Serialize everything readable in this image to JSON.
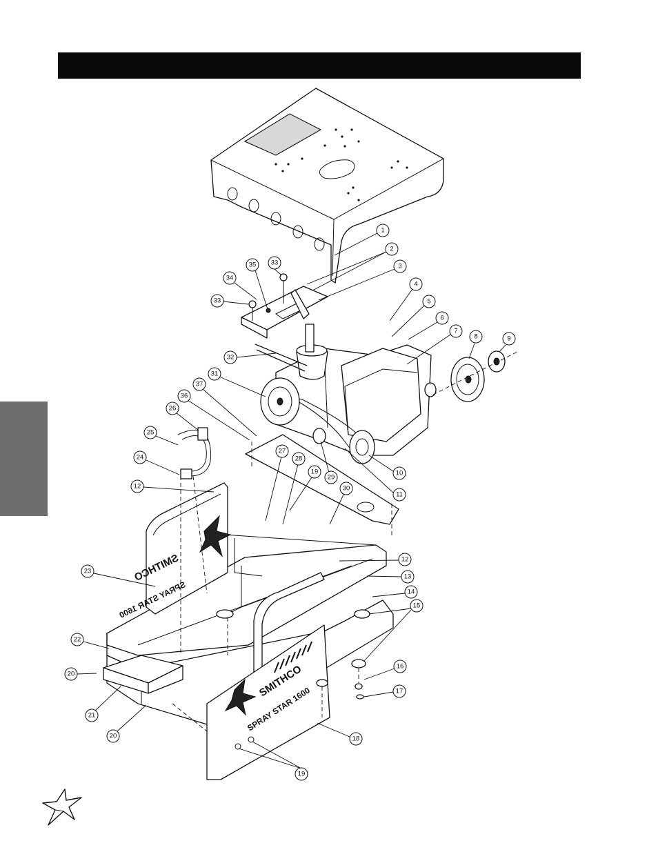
{
  "header": {
    "title": ""
  },
  "callouts": [
    {
      "label": "1"
    },
    {
      "label": "2"
    },
    {
      "label": "3"
    },
    {
      "label": "4"
    },
    {
      "label": "5"
    },
    {
      "label": "6"
    },
    {
      "label": "7"
    },
    {
      "label": "8"
    },
    {
      "label": "9"
    },
    {
      "label": "10"
    },
    {
      "label": "11"
    },
    {
      "label": "12"
    },
    {
      "label": "12"
    },
    {
      "label": "13"
    },
    {
      "label": "14"
    },
    {
      "label": "15"
    },
    {
      "label": "16"
    },
    {
      "label": "17"
    },
    {
      "label": "18"
    },
    {
      "label": "19"
    },
    {
      "label": "19"
    },
    {
      "label": "20"
    },
    {
      "label": "20"
    },
    {
      "label": "21"
    },
    {
      "label": "22"
    },
    {
      "label": "23"
    },
    {
      "label": "24"
    },
    {
      "label": "25"
    },
    {
      "label": "26"
    },
    {
      "label": "27"
    },
    {
      "label": "28"
    },
    {
      "label": "29"
    },
    {
      "label": "30"
    },
    {
      "label": "31"
    },
    {
      "label": "32"
    },
    {
      "label": "33"
    },
    {
      "label": "33"
    },
    {
      "label": "34"
    },
    {
      "label": "35"
    },
    {
      "label": "36"
    },
    {
      "label": "37"
    }
  ],
  "panel_text": {
    "front_brand": "SMITHCO",
    "front_model": "SPRAY STAR 1600",
    "side_brand": "SMITHCO",
    "side_model": "SPRAY STAR 1600"
  },
  "icons": {
    "brand_logo": "smithco-star-logo"
  }
}
